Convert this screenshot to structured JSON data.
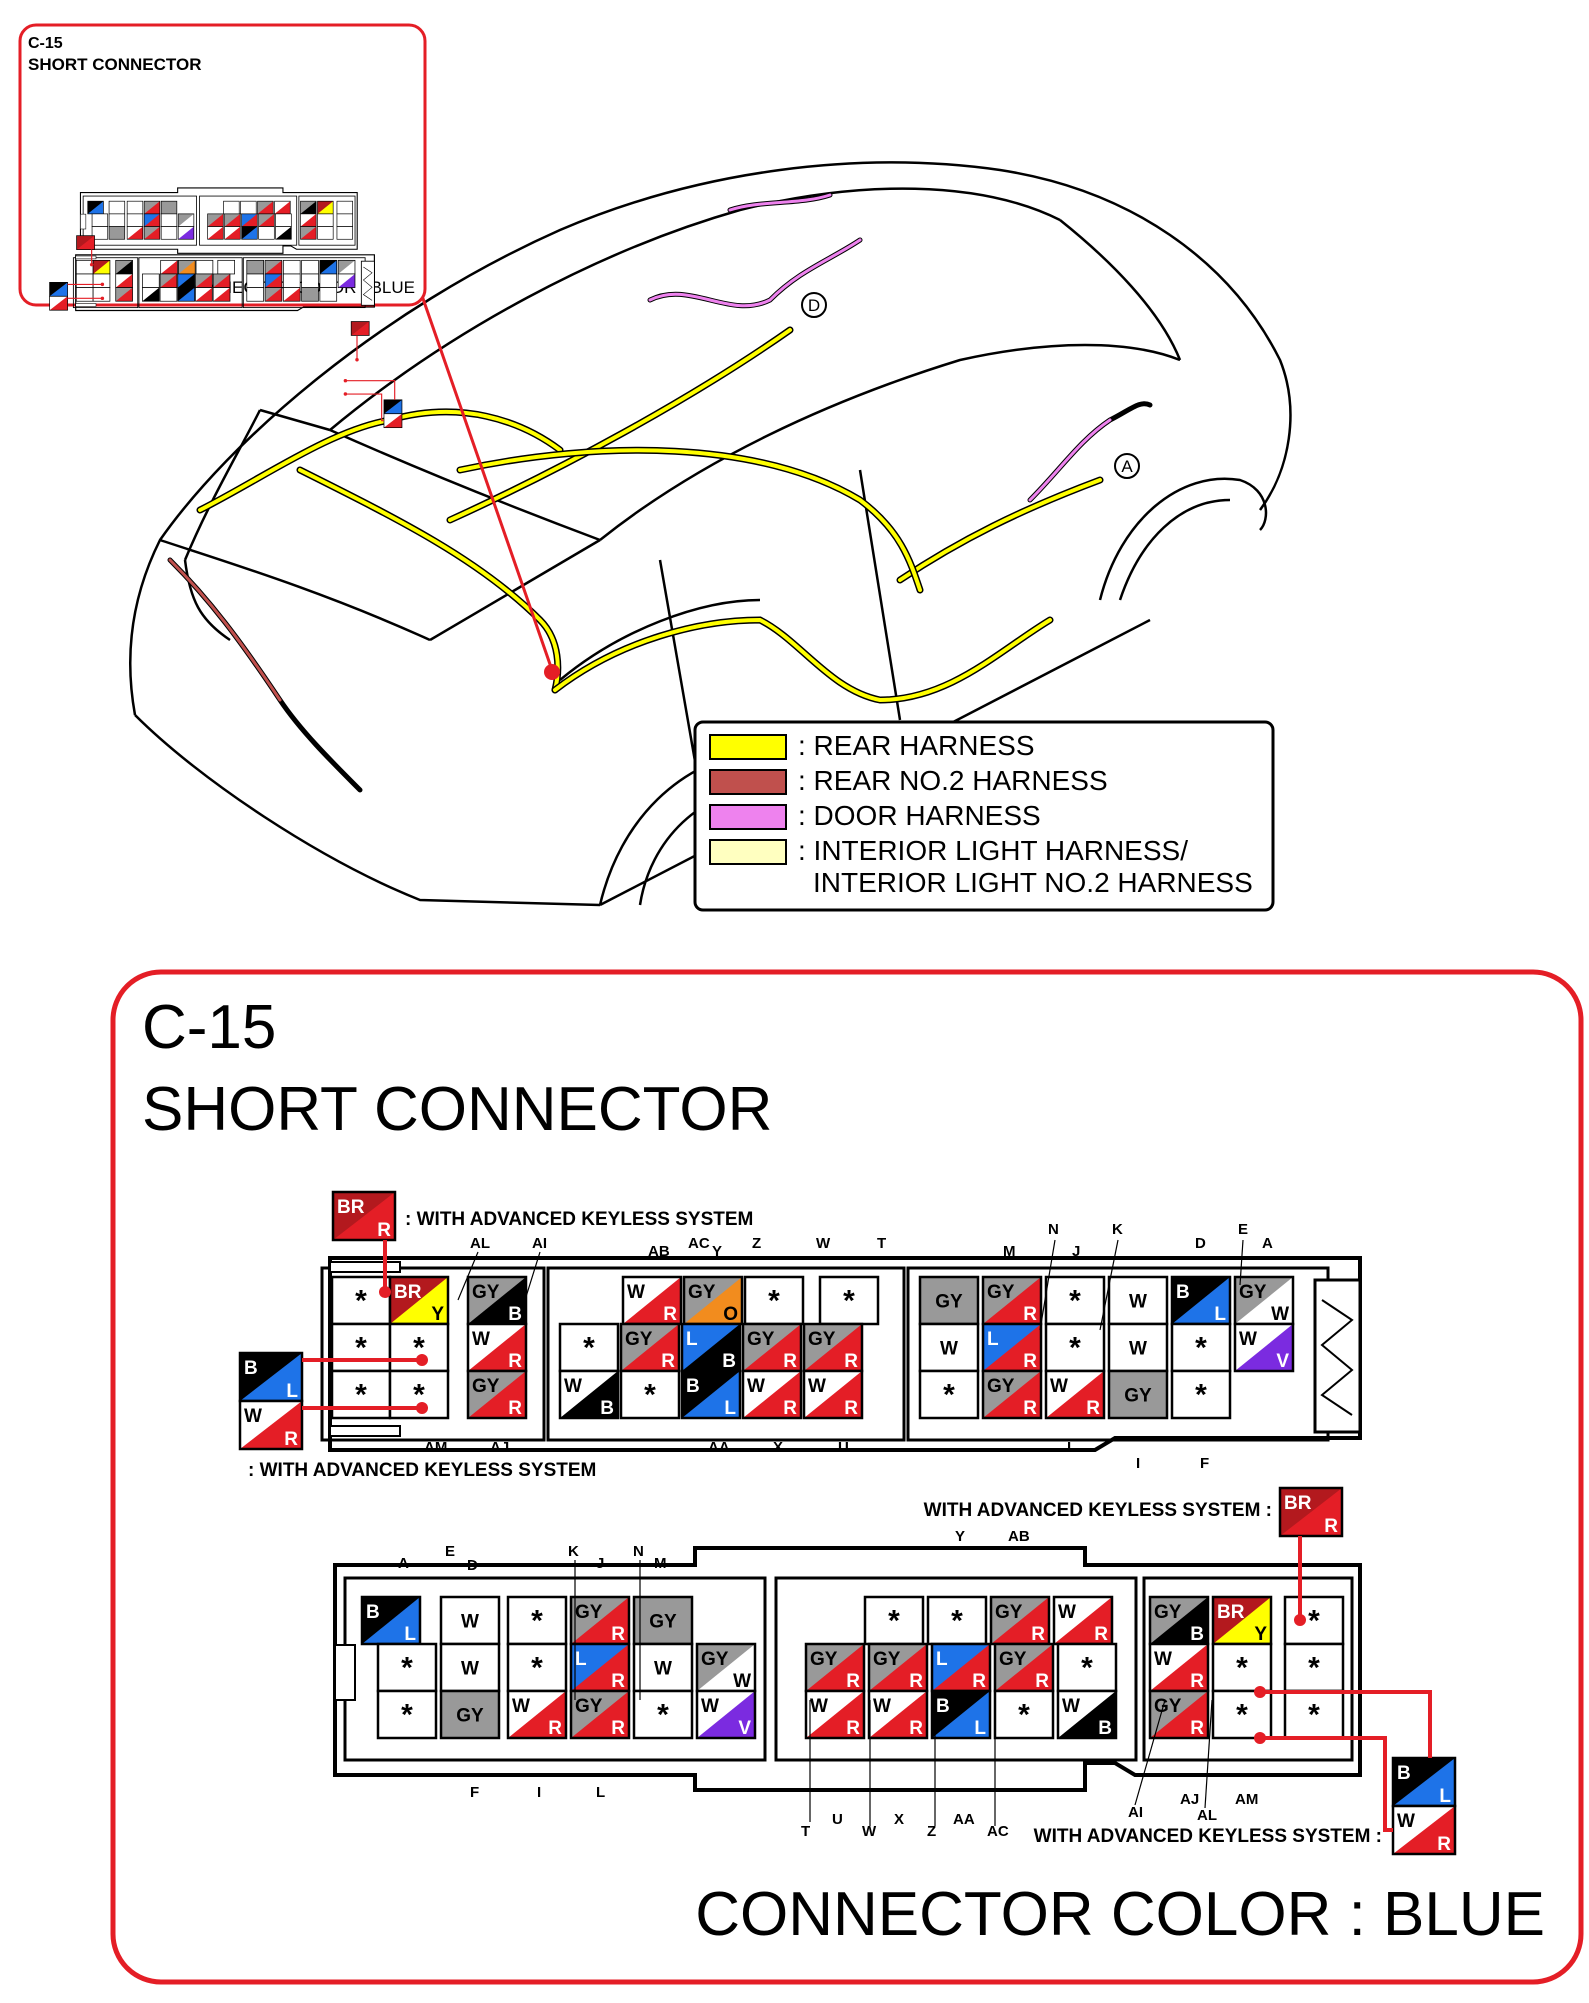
{
  "inset": {
    "code": "C-15",
    "title": "SHORT CONNECTOR",
    "connector_color": "CONNECTOR COLOR : BLUE"
  },
  "legend": [
    {
      "label": ": REAR HARNESS",
      "color": "#ffff00"
    },
    {
      "label": ": REAR NO.2 HARNESS",
      "color": "#c0504d"
    },
    {
      "label": ": DOOR HARNESS",
      "color": "#ee82ee"
    },
    {
      "label": ": INTERIOR LIGHT HARNESS/",
      "label2": "INTERIOR LIGHT NO.2 HARNESS",
      "color": "#ffffc0"
    }
  ],
  "callouts": [
    "A",
    "D"
  ],
  "main": {
    "code": "C-15",
    "title": "SHORT CONNECTOR",
    "connector_color": "CONNECTOR COLOR : BLUE",
    "keyless_top_left": ": WITH ADVANCED KEYLESS SYSTEM",
    "keyless_bottom_left": ": WITH ADVANCED KEYLESS SYSTEM",
    "keyless_bottom_right_top": "WITH ADVANCED KEYLESS SYSTEM :",
    "keyless_bottom_right_bottom": "WITH ADVANCED KEYLESS SYSTEM :"
  },
  "colors": {
    "W": "#ffffff",
    "R": "#e41e26",
    "B": "#000000",
    "GY": "#999999",
    "L": "#1e73e8",
    "Y": "#ffff00",
    "O": "#f28c1e",
    "BR": "#b3191e",
    "V": "#7b2be0"
  },
  "connector1_pins": [
    {
      "a": "*"
    },
    {
      "a": "BR",
      "b": "Y"
    },
    {
      "a": "GY",
      "b": "B"
    },
    {
      "a": "*"
    },
    {
      "a": "*"
    },
    {
      "a": "W",
      "b": "R"
    },
    {
      "a": "*"
    },
    {
      "a": "*"
    },
    {
      "a": "GY",
      "b": "R"
    },
    {
      "a": "W",
      "b": "R"
    },
    {
      "a": "GY",
      "b": "O"
    },
    {
      "a": "*"
    },
    {
      "a": "*"
    },
    {
      "a": "*"
    },
    {
      "a": "GY",
      "b": "R"
    },
    {
      "a": "L",
      "b": "B"
    },
    {
      "a": "GY",
      "b": "R"
    },
    {
      "a": "GY",
      "b": "R"
    },
    {
      "a": "W",
      "b": "B"
    },
    {
      "a": "*"
    },
    {
      "a": "B",
      "b": "L"
    },
    {
      "a": "W",
      "b": "R"
    },
    {
      "a": "W",
      "b": "R"
    },
    {
      "a": "GY"
    },
    {
      "a": "GY",
      "b": "R"
    },
    {
      "a": "*"
    },
    {
      "a": "W"
    },
    {
      "a": "B",
      "b": "L"
    },
    {
      "a": "GY",
      "b": "W"
    },
    {
      "a": "W"
    },
    {
      "a": "L",
      "b": "R"
    },
    {
      "a": "*"
    },
    {
      "a": "W"
    },
    {
      "a": "*"
    },
    {
      "a": "W",
      "b": "V"
    },
    {
      "a": "*"
    },
    {
      "a": "GY",
      "b": "R"
    },
    {
      "a": "W",
      "b": "R"
    },
    {
      "a": "GY"
    },
    {
      "a": "*"
    }
  ],
  "connector2_pins": [
    {
      "a": "B",
      "b": "L"
    },
    {
      "a": "W"
    },
    {
      "a": "*"
    },
    {
      "a": "GY",
      "b": "R"
    },
    {
      "a": "GY"
    },
    {
      "a": "*"
    },
    {
      "a": "W"
    },
    {
      "a": "*"
    },
    {
      "a": "L",
      "b": "R"
    },
    {
      "a": "W"
    },
    {
      "a": "GY",
      "b": "W"
    },
    {
      "a": "*"
    },
    {
      "a": "GY"
    },
    {
      "a": "W",
      "b": "R"
    },
    {
      "a": "GY",
      "b": "R"
    },
    {
      "a": "*"
    },
    {
      "a": "W",
      "b": "V"
    },
    {
      "a": "*"
    },
    {
      "a": "*"
    },
    {
      "a": "GY",
      "b": "R"
    },
    {
      "a": "W",
      "b": "R"
    },
    {
      "a": "GY",
      "b": "R"
    },
    {
      "a": "GY",
      "b": "R"
    },
    {
      "a": "L",
      "b": "R"
    },
    {
      "a": "GY",
      "b": "R"
    },
    {
      "a": "*"
    },
    {
      "a": "W",
      "b": "R"
    },
    {
      "a": "W",
      "b": "R"
    },
    {
      "a": "B",
      "b": "L"
    },
    {
      "a": "*"
    },
    {
      "a": "W",
      "b": "B"
    },
    {
      "a": "GY",
      "b": "B"
    },
    {
      "a": "BR",
      "b": "Y"
    },
    {
      "a": "*"
    },
    {
      "a": "W",
      "b": "R"
    },
    {
      "a": "*"
    },
    {
      "a": "*"
    },
    {
      "a": "GY",
      "b": "R"
    },
    {
      "a": "*"
    },
    {
      "a": "*"
    }
  ],
  "keyless_pins": [
    {
      "a": "BR",
      "b": "R"
    },
    {
      "a": "B",
      "b": "L"
    },
    {
      "a": "W",
      "b": "R"
    },
    {
      "a": "BR",
      "b": "R"
    },
    {
      "a": "B",
      "b": "L"
    },
    {
      "a": "W",
      "b": "R"
    }
  ],
  "terminal_labels_c1": [
    "AL",
    "AI",
    "AB",
    "AC",
    "Y",
    "Z",
    "W",
    "T",
    "N",
    "M",
    "J",
    "K",
    "D",
    "E",
    "A",
    "AM",
    "AJ",
    "AA",
    "X",
    "U",
    "L",
    "I",
    "F"
  ],
  "terminal_labels_c2": [
    "A",
    "E",
    "D",
    "K",
    "J",
    "N",
    "M",
    "Y",
    "AB",
    "F",
    "I",
    "L",
    "T",
    "U",
    "W",
    "X",
    "Z",
    "AA",
    "AC",
    "AI",
    "AJ",
    "AL",
    "AM"
  ]
}
